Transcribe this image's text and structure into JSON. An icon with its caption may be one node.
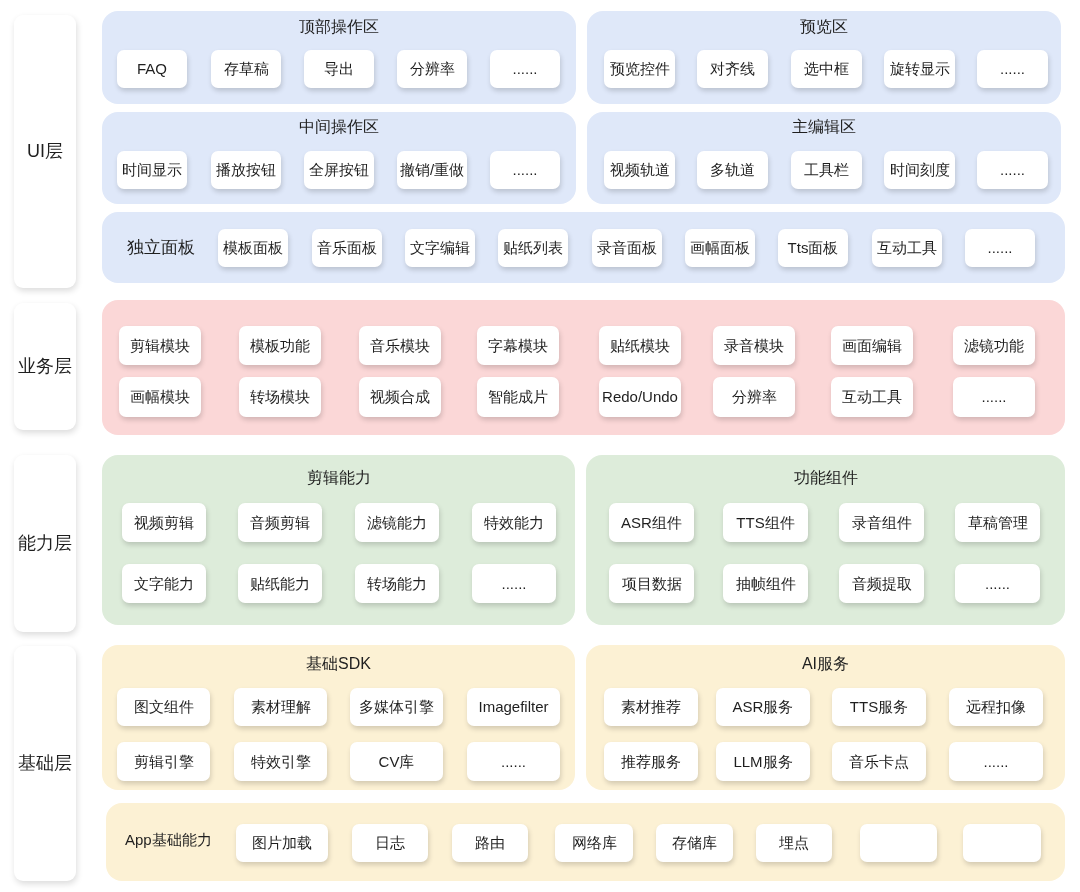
{
  "diagram": {
    "nodes": [
      {
        "text": [
          "UI层"
        ]
      },
      {
        "text": [
          "顶部操作区"
        ]
      },
      {
        "text": [
          "FAQ"
        ],
        "in": 1
      },
      {
        "text": [
          "存草稿"
        ],
        "in": 1
      },
      {
        "text": [
          "导出"
        ],
        "in": 1
      },
      {
        "text": [
          "分辨率"
        ],
        "in": 1
      },
      {
        "text": [
          "......"
        ],
        "in": 1
      },
      {
        "text": [
          "预览区"
        ]
      },
      {
        "text": [
          "预览控件"
        ],
        "in": 7
      },
      {
        "text": [
          "对齐线"
        ],
        "in": 7
      },
      {
        "text": [
          "选中框"
        ],
        "in": 7
      },
      {
        "text": [
          "旋转显示"
        ],
        "in": 7
      },
      {
        "text": [
          "......"
        ],
        "in": 7
      },
      {
        "text": [
          "中间操作区"
        ]
      },
      {
        "text": [
          "时间显示"
        ],
        "in": 13
      },
      {
        "text": [
          "播放按钮"
        ],
        "in": 13
      },
      {
        "text": [
          "全屏按钮"
        ],
        "in": 13
      },
      {
        "text": [
          "撤销/重做"
        ],
        "in": 13
      },
      {
        "text": [
          "......"
        ],
        "in": 13
      },
      {
        "text": [
          "主编辑区"
        ]
      },
      {
        "text": [
          "视频轨道"
        ],
        "in": 19
      },
      {
        "text": [
          "多轨道"
        ],
        "in": 19
      },
      {
        "text": [
          "工具栏"
        ],
        "in": 19
      },
      {
        "text": [
          "时间刻度"
        ],
        "in": 19
      },
      {
        "text": [
          "......"
        ],
        "in": 19
      },
      {
        "text": [
          "独立面板"
        ]
      },
      {
        "text": [
          "模板面板"
        ],
        "in": 25
      },
      {
        "text": [
          "音乐面板"
        ],
        "in": 25
      },
      {
        "text": [
          "文字编辑"
        ],
        "in": 25
      },
      {
        "text": [
          "贴纸列表"
        ],
        "in": 25
      },
      {
        "text": [
          "录音面板"
        ],
        "in": 25
      },
      {
        "text": [
          "画幅面板"
        ],
        "in": 25
      },
      {
        "text": [
          "Tts面板"
        ],
        "in": 25
      },
      {
        "text": [
          "互动工具"
        ],
        "in": 25
      },
      {
        "text": [
          "......"
        ],
        "in": 25
      },
      {
        "text": [
          "业务层"
        ]
      },
      {
        "text": [],
        "shape": "box"
      },
      {
        "text": [
          "剪辑模块"
        ],
        "in": 36
      },
      {
        "text": [
          "模板功能"
        ],
        "in": 36
      },
      {
        "text": [
          "音乐模块"
        ],
        "in": 36
      },
      {
        "text": [
          "字幕模块"
        ],
        "in": 36
      },
      {
        "text": [
          "贴纸模块"
        ],
        "in": 36
      },
      {
        "text": [
          "录音模块"
        ],
        "in": 36
      },
      {
        "text": [
          "画面编辑"
        ],
        "in": 36
      },
      {
        "text": [
          "滤镜功能"
        ],
        "in": 36
      },
      {
        "text": [
          "画幅模块"
        ],
        "in": 36
      },
      {
        "text": [
          "转场模块"
        ],
        "in": 36
      },
      {
        "text": [
          "视频合成"
        ],
        "in": 36
      },
      {
        "text": [
          "智能成片"
        ],
        "in": 36
      },
      {
        "text": [
          "Redo/Undo"
        ],
        "in": 36
      },
      {
        "text": [
          "分辨率"
        ],
        "in": 36
      },
      {
        "text": [
          "互动工具"
        ],
        "in": 36
      },
      {
        "text": [
          "......"
        ],
        "in": 36
      },
      {
        "text": [
          "能力层"
        ]
      },
      {
        "text": [
          "剪辑能力"
        ]
      },
      {
        "text": [
          "视频剪辑"
        ],
        "in": 54
      },
      {
        "text": [
          "音频剪辑"
        ],
        "in": 54
      },
      {
        "text": [
          "滤镜能力"
        ],
        "in": 54
      },
      {
        "text": [
          "特效能力"
        ],
        "in": 54
      },
      {
        "text": [
          "文字能力"
        ],
        "in": 54
      },
      {
        "text": [
          "贴纸能力"
        ],
        "in": 54
      },
      {
        "text": [
          "转场能力"
        ],
        "in": 54
      },
      {
        "text": [
          "......"
        ],
        "in": 54
      },
      {
        "text": [
          "功能组件"
        ]
      },
      {
        "text": [
          "ASR组件"
        ],
        "in": 63
      },
      {
        "text": [
          "TTS组件"
        ],
        "in": 63
      },
      {
        "text": [
          "录音组件"
        ],
        "in": 63
      },
      {
        "text": [
          "草稿管理"
        ],
        "in": 63
      },
      {
        "text": [
          "项目数据"
        ],
        "in": 63
      },
      {
        "text": [
          "抽帧组件"
        ],
        "in": 63
      },
      {
        "text": [
          "音频提取"
        ],
        "in": 63
      },
      {
        "text": [
          "......"
        ],
        "in": 63
      },
      {
        "text": [
          "基础层"
        ]
      },
      {
        "text": [
          "基础SDK"
        ]
      },
      {
        "text": [
          "图文组件"
        ],
        "in": 73
      },
      {
        "text": [
          "素材理解"
        ],
        "in": 73
      },
      {
        "text": [
          "多媒体引擎"
        ],
        "in": 73
      },
      {
        "text": [
          "Imagefilter"
        ],
        "in": 73
      },
      {
        "text": [
          "剪辑引擎"
        ],
        "in": 73
      },
      {
        "text": [
          "特效引擎"
        ],
        "in": 73
      },
      {
        "text": [
          "CV库"
        ],
        "in": 73
      },
      {
        "text": [
          "......"
        ],
        "in": 73
      },
      {
        "text": [
          "AI服务"
        ]
      },
      {
        "text": [
          "素材推荐"
        ],
        "in": 82
      },
      {
        "text": [
          "ASR服务"
        ],
        "in": 82
      },
      {
        "text": [
          "TTS服务"
        ],
        "in": 82
      },
      {
        "text": [
          "远程扣像"
        ],
        "in": 82
      },
      {
        "text": [
          "推荐服务"
        ],
        "in": 82
      },
      {
        "text": [
          "LLM服务"
        ],
        "in": 82
      },
      {
        "text": [
          "音乐卡点"
        ],
        "in": 82
      },
      {
        "text": [
          "......"
        ],
        "in": 82
      },
      {
        "text": [
          "App基础能力"
        ]
      },
      {
        "text": [
          "图片加载"
        ],
        "in": 91
      },
      {
        "text": [
          "日志"
        ],
        "in": 91
      },
      {
        "text": [
          "路由"
        ],
        "in": 91
      },
      {
        "text": [
          "网络库"
        ],
        "in": 91
      },
      {
        "text": [
          "存储库"
        ],
        "in": 91
      },
      {
        "text": [
          "埋点"
        ],
        "in": 91
      },
      {
        "text": [],
        "shape": "box",
        "in": 91
      },
      {
        "text": [],
        "shape": "box",
        "in": 91
      }
    ]
  }
}
